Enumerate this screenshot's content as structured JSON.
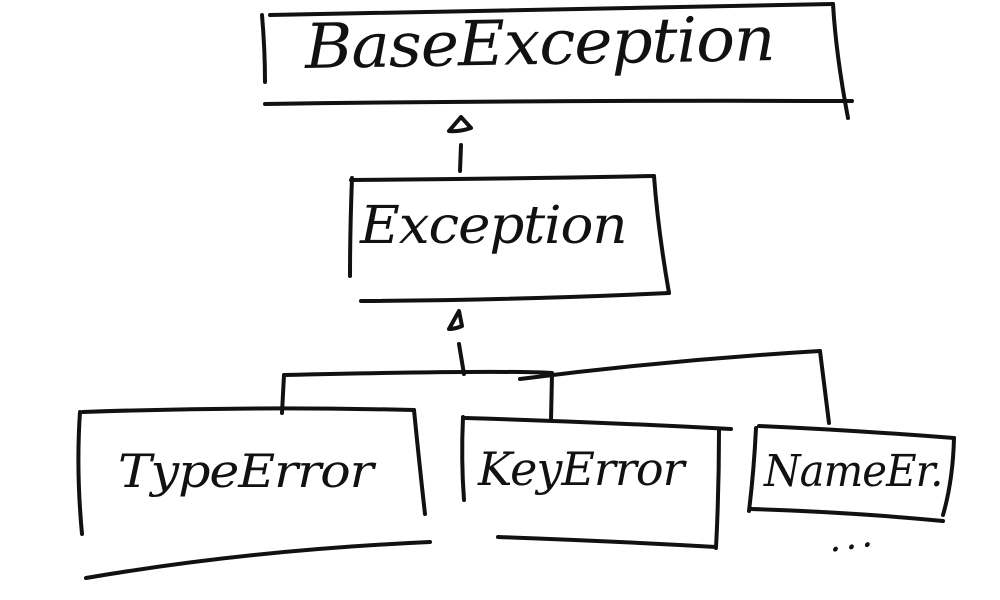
{
  "diagram": {
    "root": {
      "label": "BaseException"
    },
    "middle": {
      "label": "Exception"
    },
    "children": [
      {
        "label": "TypeError"
      },
      {
        "label": "KeyError"
      },
      {
        "label": "NameEr."
      }
    ],
    "more_indicator": "..."
  }
}
